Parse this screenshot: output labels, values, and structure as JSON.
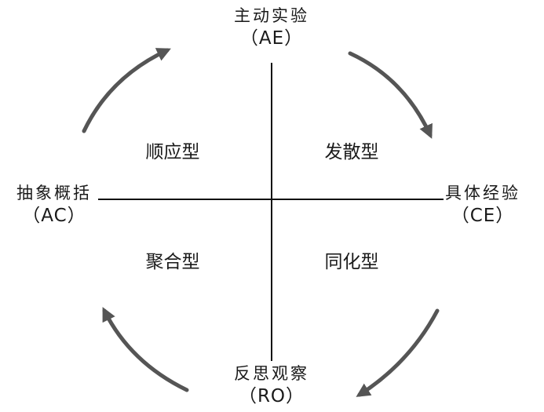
{
  "poles": {
    "top": {
      "name": "主动实验",
      "abbr": "（AE）"
    },
    "right": {
      "name": "具体经验",
      "abbr": "（CE）"
    },
    "bottom": {
      "name": "反思观察",
      "abbr": "（RO）"
    },
    "left": {
      "name": "抽象概括",
      "abbr": "（AC）"
    }
  },
  "quadrants": {
    "top_left": "顺应型",
    "top_right": "发散型",
    "bottom_left": "聚合型",
    "bottom_right": "同化型"
  },
  "colors": {
    "axis": "#111111",
    "arrow": "#555555",
    "text": "#1a1a1a"
  }
}
